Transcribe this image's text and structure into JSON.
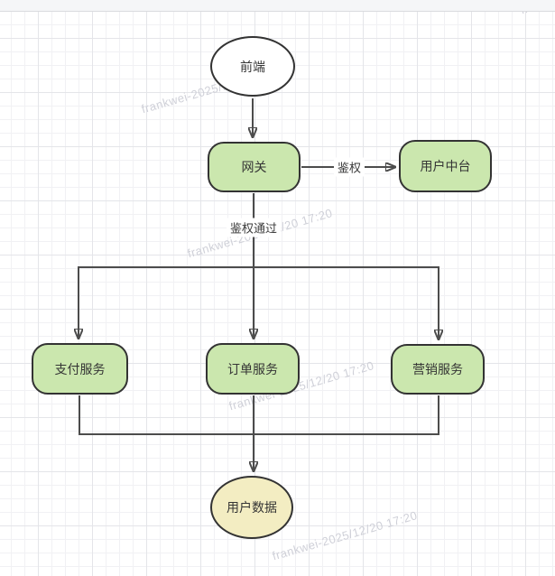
{
  "diagram": {
    "nodes": [
      {
        "id": "frontend",
        "label": "前端",
        "shape": "ellipse",
        "fill": "#ffffff"
      },
      {
        "id": "gateway",
        "label": "网关",
        "shape": "rounded-rect",
        "fill": "#cbe7ae"
      },
      {
        "id": "user-center",
        "label": "用户中台",
        "shape": "rounded-rect",
        "fill": "#cbe7ae"
      },
      {
        "id": "payment-service",
        "label": "支付服务",
        "shape": "rounded-rect",
        "fill": "#cbe7ae"
      },
      {
        "id": "order-service",
        "label": "订单服务",
        "shape": "rounded-rect",
        "fill": "#cbe7ae"
      },
      {
        "id": "marketing-service",
        "label": "营销服务",
        "shape": "rounded-rect",
        "fill": "#cbe7ae"
      },
      {
        "id": "user-data",
        "label": "用户数据",
        "shape": "ellipse",
        "fill": "#f3edc2"
      }
    ],
    "edges": [
      {
        "from": "frontend",
        "to": "gateway",
        "label": ""
      },
      {
        "from": "gateway",
        "to": "user-center",
        "label": "鉴权"
      },
      {
        "from": "gateway",
        "to": "payment-service, order-service, marketing-service",
        "label": "鉴权通过"
      },
      {
        "from": "payment-service, order-service, marketing-service",
        "to": "user-data",
        "label": ""
      }
    ],
    "watermark_text": "frankwei-2025/12/20 17:20"
  },
  "colors": {
    "node_green": "#cbe7ae",
    "node_yellow": "#f3edc2",
    "node_border": "#333333",
    "edge_line": "#4c4c4c",
    "grid_minor": "#f1f1f4",
    "grid_major": "#e4e5e9",
    "watermark": "#cfd0d8",
    "top_bar": "#f5f6f8"
  }
}
